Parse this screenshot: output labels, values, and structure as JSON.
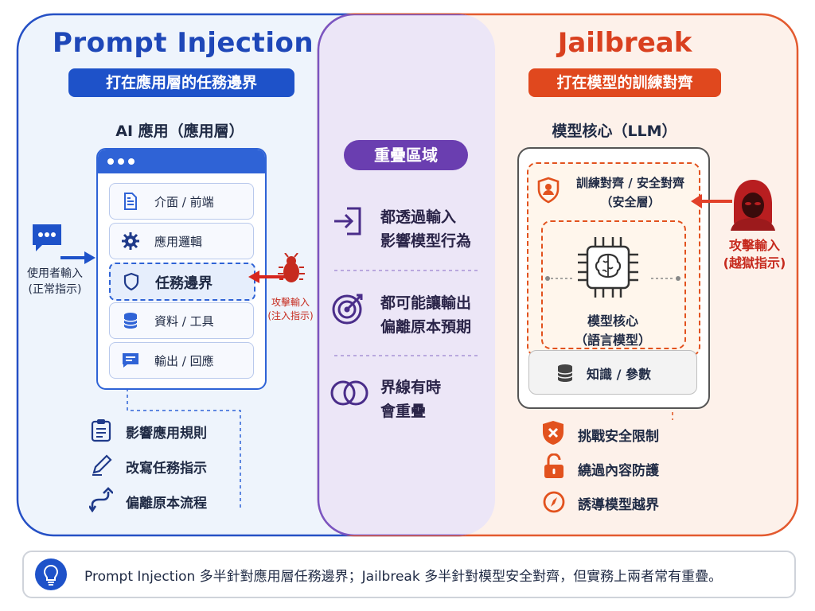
{
  "left": {
    "title": "Prompt Injection",
    "subtitle": "打在應用層的任務邊界",
    "app_heading": "AI 應用（應用層）",
    "layers": [
      "介面 / 前端",
      "應用邏輯",
      "任務邊界",
      "資料 / 工具",
      "輸出 / 回應"
    ],
    "user_input": [
      "使用者輸入",
      "(正常指示)"
    ],
    "attack_input": [
      "攻擊輸入",
      "(注入指示)"
    ],
    "effects": [
      "影響應用規則",
      "改寫任務指示",
      "偏離原本流程"
    ]
  },
  "overlap": {
    "title": "重疊區域",
    "points": [
      [
        "都透過輸入",
        "影響模型行為"
      ],
      [
        "都可能讓輸出",
        "偏離原本預期"
      ],
      [
        "界線有時",
        "會重疊"
      ]
    ]
  },
  "right": {
    "title": "Jailbreak",
    "subtitle": "打在模型的訓練對齊",
    "core_heading": "模型核心（LLM）",
    "safety_layer": [
      "訓練對齊 / 安全對齊",
      "（安全層）"
    ],
    "model_core": [
      "模型核心",
      "（語言模型）"
    ],
    "knowledge": "知識 / 參數",
    "attack_input": [
      "攻擊輸入",
      "(越獄指示)"
    ],
    "effects": [
      "挑戰安全限制",
      "繞過內容防護",
      "誘導模型越界"
    ]
  },
  "footer": {
    "text": "Prompt Injection 多半針對應用層任務邊界；Jailbreak 多半針對模型安全對齊，但實務上兩者常有重疊。"
  },
  "colors": {
    "blue": "#1e52c9",
    "red": "#e0481e",
    "purple": "#6a3eb0"
  }
}
